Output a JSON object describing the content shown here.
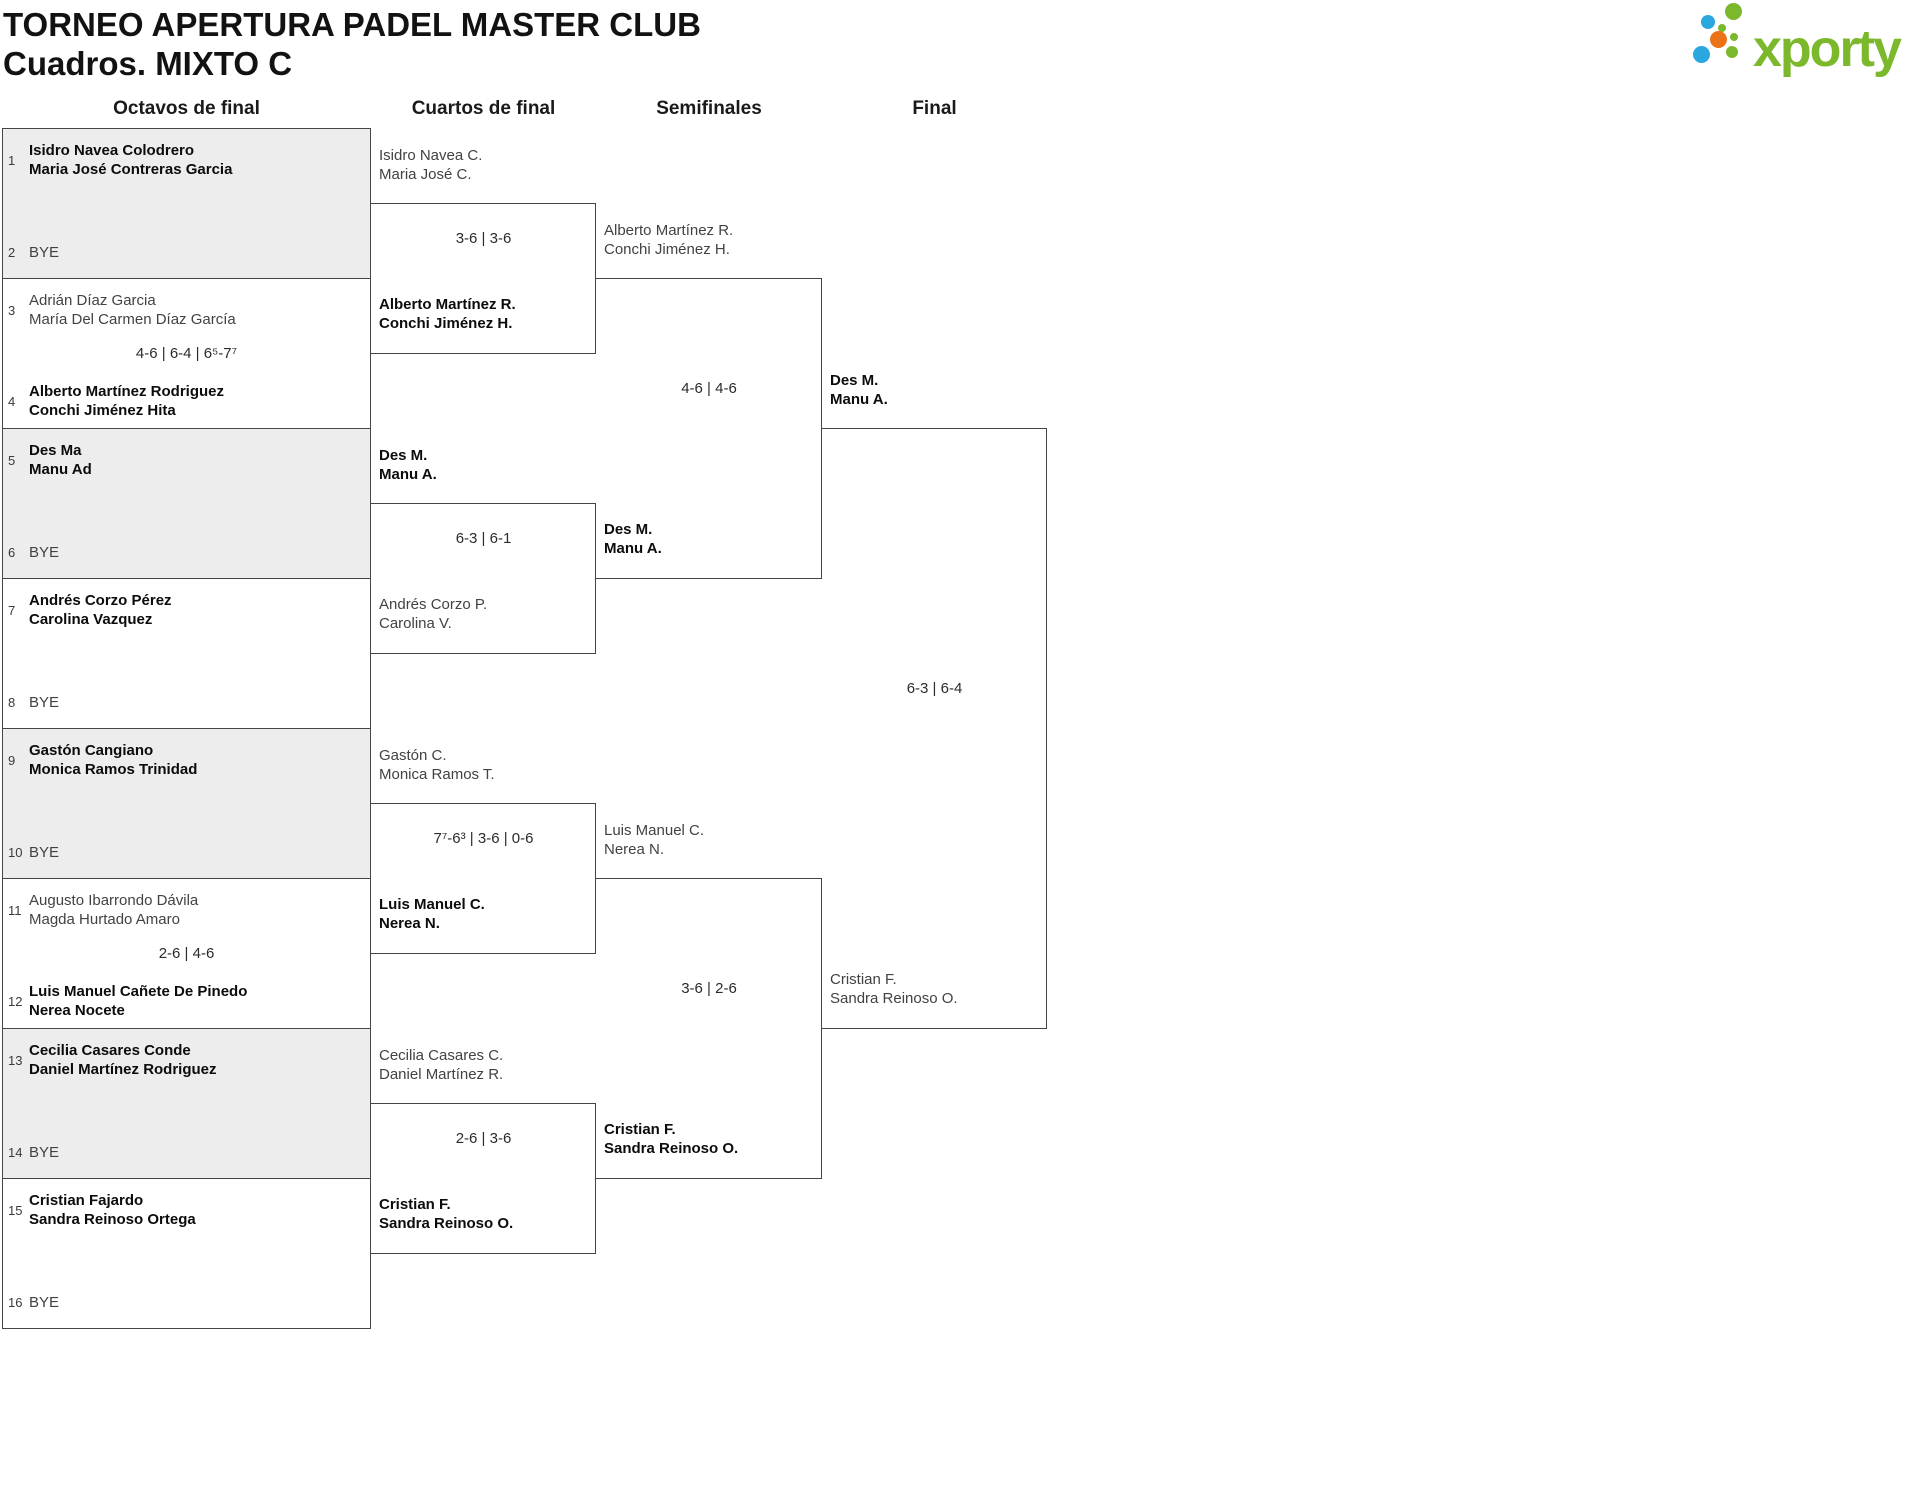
{
  "header": {
    "title": "TORNEO APERTURA PADEL MASTER CLUB",
    "subtitle": "Cuadros. MIXTO C"
  },
  "logo": {
    "text": "xporty",
    "green": "#7CB82C",
    "blue": "#2BA7E0",
    "orange": "#EC7218"
  },
  "columns": [
    "Octavos de final",
    "Cuartos de final",
    "Semifinales",
    "Final"
  ],
  "octavos": [
    {
      "top": {
        "seed": "1",
        "players": [
          "Isidro Navea Colodrero",
          "Maria José Contreras Garcia"
        ],
        "winner": true
      },
      "score": "",
      "bottom": {
        "seed": "2",
        "players": [
          "BYE"
        ],
        "winner": false
      }
    },
    {
      "top": {
        "seed": "3",
        "players": [
          "Adrián Díaz Garcia",
          "María Del Carmen Díaz García"
        ],
        "winner": false
      },
      "score": "4-6 | 6-4 | 6⁵-7⁷",
      "bottom": {
        "seed": "4",
        "players": [
          "Alberto Martínez Rodriguez",
          "Conchi Jiménez Hita"
        ],
        "winner": true
      }
    },
    {
      "top": {
        "seed": "5",
        "players": [
          "Des Ma",
          "Manu Ad"
        ],
        "winner": true
      },
      "score": "",
      "bottom": {
        "seed": "6",
        "players": [
          "BYE"
        ],
        "winner": false
      }
    },
    {
      "top": {
        "seed": "7",
        "players": [
          "Andrés Corzo Pérez",
          "Carolina Vazquez"
        ],
        "winner": true
      },
      "score": "",
      "bottom": {
        "seed": "8",
        "players": [
          "BYE"
        ],
        "winner": false
      }
    },
    {
      "top": {
        "seed": "9",
        "players": [
          "Gastón Cangiano",
          "Monica Ramos Trinidad"
        ],
        "winner": true
      },
      "score": "",
      "bottom": {
        "seed": "10",
        "players": [
          "BYE"
        ],
        "winner": false
      }
    },
    {
      "top": {
        "seed": "11",
        "players": [
          "Augusto Ibarrondo Dávila",
          "Magda Hurtado Amaro"
        ],
        "winner": false
      },
      "score": "2-6 | 4-6",
      "bottom": {
        "seed": "12",
        "players": [
          "Luis Manuel Cañete De Pinedo",
          "Nerea Nocete"
        ],
        "winner": true
      }
    },
    {
      "top": {
        "seed": "13",
        "players": [
          "Cecilia Casares Conde",
          "Daniel Martínez Rodriguez"
        ],
        "winner": true
      },
      "score": "",
      "bottom": {
        "seed": "14",
        "players": [
          "BYE"
        ],
        "winner": false
      }
    },
    {
      "top": {
        "seed": "15",
        "players": [
          "Cristian Fajardo",
          "Sandra Reinoso Ortega"
        ],
        "winner": true
      },
      "score": "",
      "bottom": {
        "seed": "16",
        "players": [
          "BYE"
        ],
        "winner": false
      }
    }
  ],
  "cuartos": [
    {
      "top": {
        "players": [
          "Isidro Navea C.",
          "Maria José C."
        ],
        "winner": false
      },
      "score": "3-6 | 3-6",
      "bottom": {
        "players": [
          "Alberto Martínez R.",
          "Conchi Jiménez H."
        ],
        "winner": true
      }
    },
    {
      "top": {
        "players": [
          "Des M.",
          "Manu A."
        ],
        "winner": true
      },
      "score": "6-3 | 6-1",
      "bottom": {
        "players": [
          "Andrés Corzo P.",
          "Carolina V."
        ],
        "winner": false
      }
    },
    {
      "top": {
        "players": [
          "Gastón C.",
          "Monica Ramos T."
        ],
        "winner": false
      },
      "score": "7⁷-6³ | 3-6 | 0-6",
      "bottom": {
        "players": [
          "Luis Manuel C.",
          "Nerea N."
        ],
        "winner": true
      }
    },
    {
      "top": {
        "players": [
          "Cecilia Casares C.",
          "Daniel Martínez R."
        ],
        "winner": false
      },
      "score": "2-6 | 3-6",
      "bottom": {
        "players": [
          "Cristian F.",
          "Sandra Reinoso O."
        ],
        "winner": true
      }
    }
  ],
  "semifinales": [
    {
      "top": {
        "players": [
          "Alberto Martínez R.",
          "Conchi Jiménez H."
        ],
        "winner": false
      },
      "score": "4-6 | 4-6",
      "bottom": {
        "players": [
          "Des M.",
          "Manu A."
        ],
        "winner": true
      }
    },
    {
      "top": {
        "players": [
          "Luis Manuel C.",
          "Nerea N."
        ],
        "winner": false
      },
      "score": "3-6 | 2-6",
      "bottom": {
        "players": [
          "Cristian F.",
          "Sandra Reinoso O."
        ],
        "winner": true
      }
    }
  ],
  "final": {
    "top": {
      "players": [
        "Des M.",
        "Manu A."
      ],
      "winner": true
    },
    "score": "6-3 | 6-4",
    "bottom": {
      "players": [
        "Cristian F.",
        "Sandra Reinoso O."
      ],
      "winner": false
    }
  }
}
